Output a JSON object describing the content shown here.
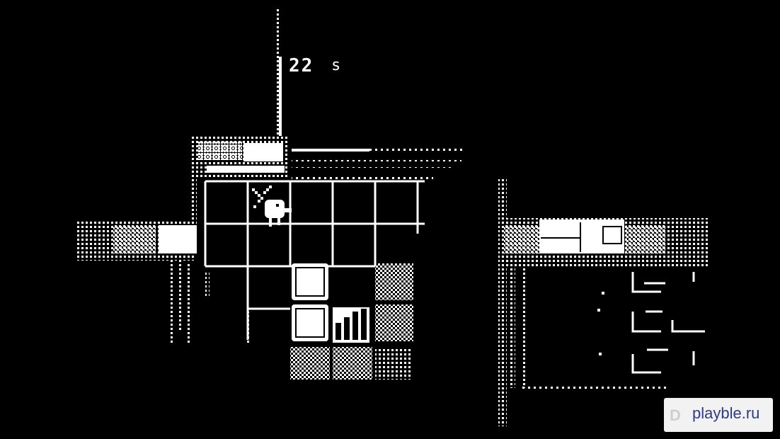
{
  "hud": {
    "timer": "22s",
    "timer_digits": "22",
    "timer_unit": "s"
  },
  "watermark": {
    "text": "playble.ru",
    "logo": "D"
  },
  "colors": {
    "background": "#000000",
    "foreground": "#ffffff"
  },
  "icons": {
    "player": "duck-with-sword-icon",
    "exit": "stairs-icon"
  }
}
